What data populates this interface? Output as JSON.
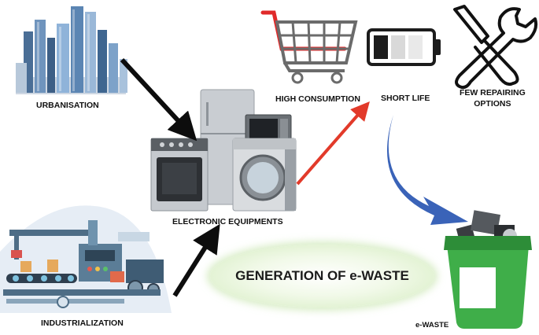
{
  "labels": {
    "urbanisation": "URBANISATION",
    "industrialization": "INDUSTRIALIZATION",
    "electronic_equipments": "ELECTRONIC EQUIPMENTS",
    "high_consumption": "HIGH CONSUMPTION",
    "short_life": "SHORT LIFE",
    "few_repairing_line1": "FEW REPAIRING",
    "few_repairing_line2": "OPTIONS",
    "ewaste": "e-WASTE",
    "center_title": "GENERATION OF e-WASTE"
  },
  "colors": {
    "arrow_black": "#0d0d0d",
    "arrow_red": "#e23a2a",
    "arrow_blue": "#3a63b8",
    "bin_green": "#3fae49",
    "cart_red": "#e02a2a"
  },
  "icons": [
    "city-skyline-icon",
    "factory-machine-icon",
    "appliances-icon",
    "shopping-cart-icon",
    "battery-low-icon",
    "screwdriver-wrench-icon",
    "recycle-bin-icon"
  ]
}
